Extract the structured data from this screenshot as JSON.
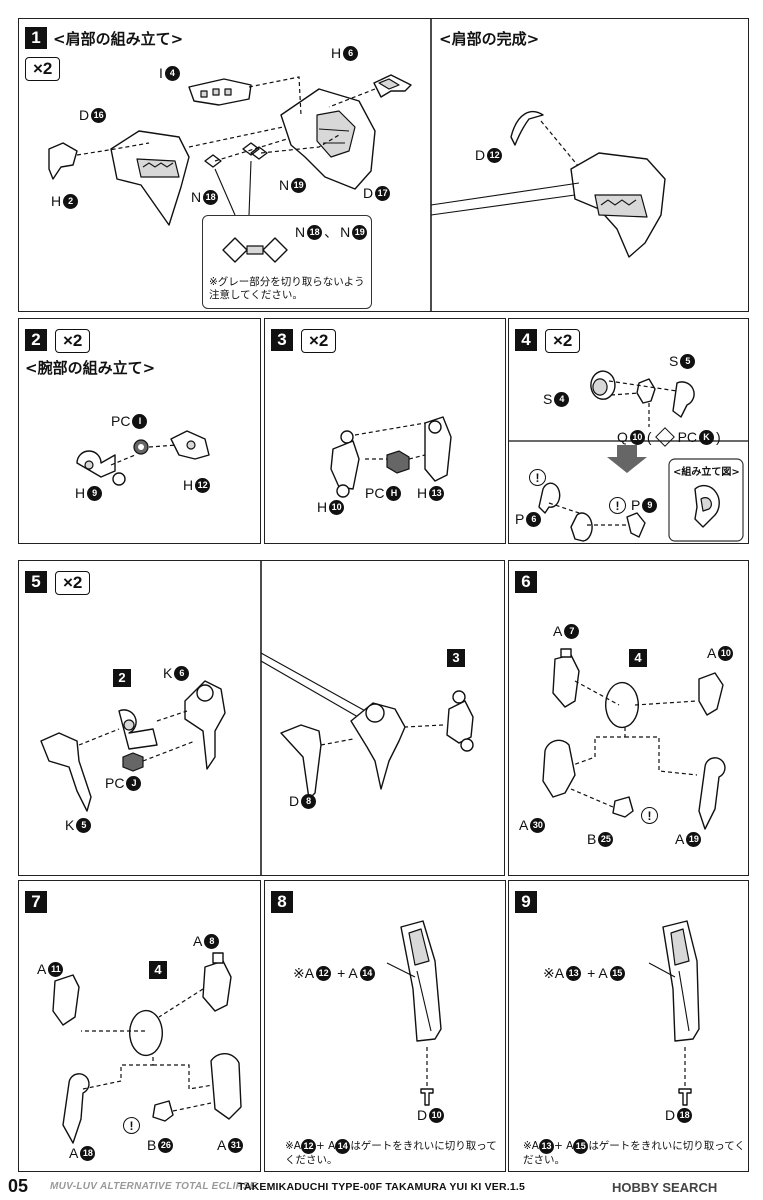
{
  "steps": {
    "s1": {
      "num": "1",
      "title": "<肩部の組み立て>",
      "mult": "×2"
    },
    "s1b": {
      "title": "<肩部の完成>"
    },
    "s2": {
      "num": "2",
      "mult": "×2",
      "title": "<腕部の組み立て>"
    },
    "s3": {
      "num": "3",
      "mult": "×2"
    },
    "s4": {
      "num": "4",
      "mult": "×2"
    },
    "s5": {
      "num": "5",
      "mult": "×2"
    },
    "s6": {
      "num": "6"
    },
    "s7": {
      "num": "7"
    },
    "s8": {
      "num": "8"
    },
    "s9": {
      "num": "9"
    }
  },
  "labels": {
    "s1_I4": {
      "letter": "I",
      "n": "4"
    },
    "s1_H6": {
      "letter": "H",
      "n": "6"
    },
    "s1_D16": {
      "letter": "D",
      "n": "16"
    },
    "s1_H2": {
      "letter": "H",
      "n": "2"
    },
    "s1_N18": {
      "letter": "N",
      "n": "18"
    },
    "s1_N19": {
      "letter": "N",
      "n": "19"
    },
    "s1_D17": {
      "letter": "D",
      "n": "17"
    },
    "s1_D12": {
      "letter": "D",
      "n": "12"
    },
    "s1_callout": {
      "a": "N",
      "an": "18",
      "sep": "、",
      "b": "N",
      "bn": "19"
    },
    "s2_PCI": {
      "letter": "PC",
      "n": "I"
    },
    "s2_H9": {
      "letter": "H",
      "n": "9"
    },
    "s2_H12": {
      "letter": "H",
      "n": "12"
    },
    "s3_H10": {
      "letter": "H",
      "n": "10"
    },
    "s3_PCH": {
      "letter": "PC",
      "n": "H"
    },
    "s3_H13": {
      "letter": "H",
      "n": "13"
    },
    "s4_S5": {
      "letter": "S",
      "n": "5"
    },
    "s4_S4": {
      "letter": "S",
      "n": "4"
    },
    "s4_Q10": {
      "letter": "Q",
      "n": "10"
    },
    "s4_PCK": {
      "letter": "PC",
      "n": "K"
    },
    "s4_P6": {
      "letter": "P",
      "n": "6"
    },
    "s4_P9": {
      "letter": "P",
      "n": "9"
    },
    "s5_K6": {
      "letter": "K",
      "n": "6"
    },
    "s5_PCJ": {
      "letter": "PC",
      "n": "J"
    },
    "s5_K5": {
      "letter": "K",
      "n": "5"
    },
    "s5_D8": {
      "letter": "D",
      "n": "8"
    },
    "s6_A7": {
      "letter": "A",
      "n": "7"
    },
    "s6_A10": {
      "letter": "A",
      "n": "10"
    },
    "s6_A30": {
      "letter": "A",
      "n": "30"
    },
    "s6_B25": {
      "letter": "B",
      "n": "25"
    },
    "s6_A19": {
      "letter": "A",
      "n": "19"
    },
    "s7_A8": {
      "letter": "A",
      "n": "8"
    },
    "s7_A11": {
      "letter": "A",
      "n": "11"
    },
    "s7_A18": {
      "letter": "A",
      "n": "18"
    },
    "s7_B26": {
      "letter": "B",
      "n": "26"
    },
    "s7_A31": {
      "letter": "A",
      "n": "31"
    },
    "s8_D10": {
      "letter": "D",
      "n": "10"
    },
    "s9_D18": {
      "letter": "D",
      "n": "18"
    }
  },
  "refs": {
    "s5_ref2": "2",
    "s5_ref3": "3",
    "s6_ref4": "4",
    "s7_ref4": "4"
  },
  "notes": {
    "s1_gray": "※グレー部分を切り取らないよう注意してください。",
    "s4_assembled": "<組み立て図>",
    "s4_paren_open": "(",
    "s4_paren_close": ")",
    "warn": "!",
    "s8_combo": {
      "prefix": "※A",
      "a": "12",
      "plus": "+ A",
      "b": "14"
    },
    "s9_combo": {
      "prefix": "※A",
      "a": "13",
      "plus": "+ A",
      "b": "15"
    },
    "s8_gate": {
      "prefix": "※A",
      "a": "12",
      "plus": "+ A",
      "b": "14",
      "text": "はゲートをきれいに切り取ってください。"
    },
    "s9_gate": {
      "prefix": "※A",
      "a": "13",
      "plus": "+ A",
      "b": "15",
      "text": "はゲートをきれいに切り取ってください。"
    }
  },
  "footer": {
    "page": "05",
    "series": "MUV-LUV ALTERNATIVE TOTAL ECLIPSE",
    "product": "TAKEMIKADUCHI TYPE-00F TAKAMURA YUI KI VER.1.5",
    "watermark": "HOBBY SEARCH"
  },
  "colors": {
    "ink": "#111111",
    "gray_part": "#d8d8d8",
    "arrow_gray": "#666666"
  }
}
